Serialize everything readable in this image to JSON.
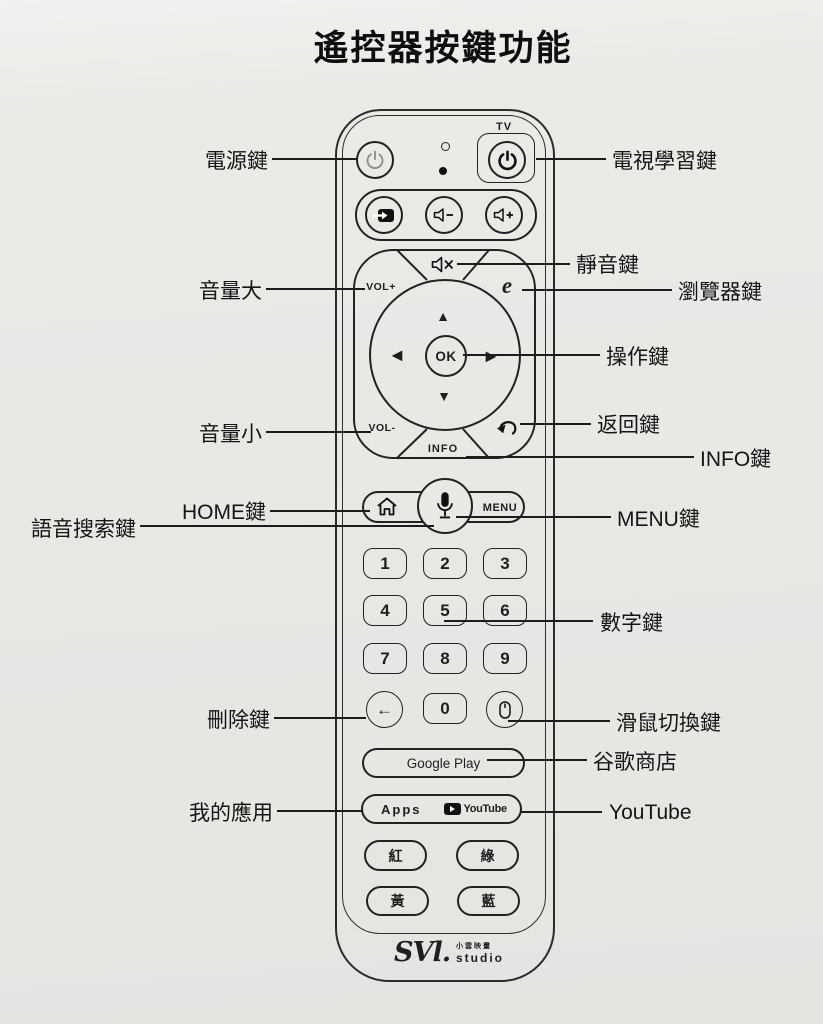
{
  "page": {
    "title": "遙控器按鍵功能"
  },
  "remote": {
    "tv_tag": "TV",
    "ok": "OK",
    "vol_plus": "VOL+",
    "vol_minus": "VOL-",
    "info": "INFO",
    "menu": "MENU",
    "browser_e": "e",
    "arrows": {
      "up": "▲",
      "down": "▼",
      "left": "◀",
      "right": "▶"
    },
    "digits": [
      "1",
      "2",
      "3",
      "4",
      "5",
      "6",
      "7",
      "8",
      "9",
      "0"
    ],
    "delete_glyph": "←",
    "google_play": "Google Play",
    "apps": "Apps",
    "youtube": "YouTube",
    "color_buttons": {
      "red": "紅",
      "green": "綠",
      "yellow": "黃",
      "blue": "藍"
    },
    "logo": {
      "mark": "SVl.",
      "name_cjk": "小雲映畫",
      "name_en": "studio"
    }
  },
  "labels": {
    "left": [
      {
        "text": "電源鍵"
      },
      {
        "text": "音量大"
      },
      {
        "text": "音量小"
      },
      {
        "text": "HOME鍵"
      },
      {
        "text": "語音搜索鍵"
      },
      {
        "text": "刪除鍵"
      },
      {
        "text": "我的應用"
      }
    ],
    "right": [
      {
        "text": "電視學習鍵"
      },
      {
        "text": "靜音鍵"
      },
      {
        "text": "瀏覽器鍵"
      },
      {
        "text": "操作鍵"
      },
      {
        "text": "返回鍵"
      },
      {
        "text": "INFO鍵"
      },
      {
        "text": "MENU鍵"
      },
      {
        "text": "數字鍵"
      },
      {
        "text": "滑鼠切換鍵"
      },
      {
        "text": "谷歌商店"
      },
      {
        "text": "YouTube"
      }
    ]
  }
}
